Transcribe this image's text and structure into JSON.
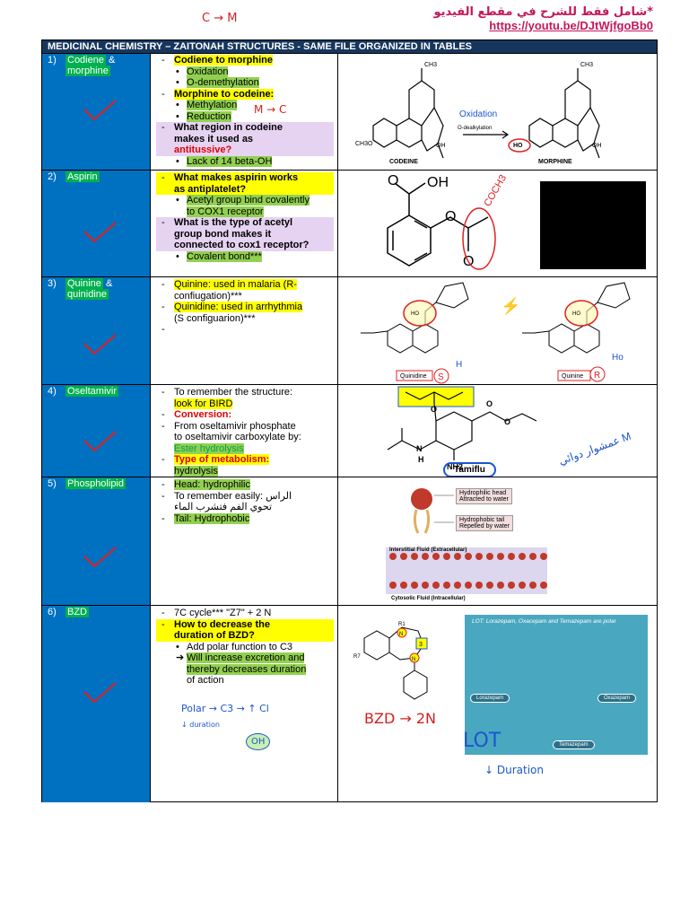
{
  "header_note": {
    "arabic": "*شامل فقط للشرح في مقطع الفيديو",
    "url": "https://youtu.be/DJtWjfgoBb0"
  },
  "title": "MEDICINAL CHEMISTRY – ZAITONAH STRUCTURES - SAME FILE ORGANIZED IN TABLES",
  "rows": [
    {
      "num": "1)",
      "name": "Codiene",
      "amp": " &",
      "name2": "morphine",
      "lines": [
        {
          "mark": "-",
          "text": "Codiene to morphine"
        },
        {
          "mark": "•",
          "text": "Oxidation",
          "indent": true
        },
        {
          "mark": "•",
          "text": "O-demethylation",
          "indent": true
        },
        {
          "mark": "-",
          "text": "Morphine to codeine:"
        },
        {
          "mark": "•",
          "text": "Methylation",
          "indent": true
        },
        {
          "mark": "•",
          "text": "Reduction",
          "indent": true
        },
        {
          "mark": "-",
          "text": "What region in codeine"
        },
        {
          "mark": "",
          "text": "makes it used as"
        },
        {
          "mark": "",
          "text": "antitussive?"
        },
        {
          "mark": "•",
          "text": "Lack of 14 beta-OH",
          "indent": true
        }
      ],
      "labels": {
        "ch3": "CH3",
        "ch3o": "CH3O",
        "ho": "HO",
        "oh": "OH",
        "oh2": "OH",
        "codeine": "CODEINE",
        "morphine": "MORPHINE",
        "o_dealk": "O-dealkylation"
      }
    },
    {
      "num": "2)",
      "name": "Aspirin",
      "lines": [
        {
          "mark": "-",
          "text": "What makes aspirin works"
        },
        {
          "mark": "",
          "text": "as antiplatelet?"
        },
        {
          "mark": "•",
          "text": "Acetyl group bind covalently",
          "indent": true
        },
        {
          "mark": "",
          "text": "to COX1 receptor",
          "indent": true
        },
        {
          "mark": "-",
          "text": "What is the type of acetyl"
        },
        {
          "mark": "",
          "text": "group bond makes it"
        },
        {
          "mark": "",
          "text": "connected to cox1 receptor?"
        },
        {
          "mark": "•",
          "text": "Covalent bond***",
          "indent": true
        }
      ],
      "labels": {
        "oh": "OH",
        "o1": "O",
        "o2": "O",
        "o3": "O"
      }
    },
    {
      "num": "3)",
      "name": "Quinine",
      "amp": " &",
      "name2": "quinidine",
      "lines": [
        {
          "mark": "-",
          "text": "Quinine: used in malaria (R-"
        },
        {
          "mark": "",
          "text": "confiugation)***"
        },
        {
          "mark": "-",
          "text": "Quinidine: used in arrhythmia"
        },
        {
          "mark": "",
          "text": "(S configuarion)***"
        },
        {
          "mark": "-",
          "text": ""
        }
      ],
      "labels": {
        "quinidine": "Quinidine",
        "quinine": "Quinine",
        "ho1": "HO",
        "ho2": "HO"
      }
    },
    {
      "num": "4)",
      "name": "Oseltamivir",
      "lines": [
        {
          "mark": "-",
          "text": "To remember the structure:"
        },
        {
          "mark": "",
          "text": "look for BIRD"
        },
        {
          "mark": "-",
          "text": "Conversion:"
        },
        {
          "mark": "-",
          "text": "From oseltamivir phosphate"
        },
        {
          "mark": "",
          "text": "to oseltamivir carboxylate by:"
        },
        {
          "mark": "",
          "text": "Ester hydrolysis"
        },
        {
          "mark": "-",
          "text": "Type of metabolism:"
        },
        {
          "mark": "",
          "text": "hydrolysis"
        }
      ],
      "labels": {
        "tamiflu": "Tamiflu",
        "nh2": "NH2",
        "n": "N",
        "h": "H",
        "o": "O",
        "o2": "O",
        "o3": "O"
      }
    },
    {
      "num": "5)",
      "name": "Phospholipid",
      "lines": [
        {
          "mark": "-",
          "text": "Head: hydrophilic"
        },
        {
          "mark": "-",
          "text": "To remember easily: الراس"
        },
        {
          "mark": "",
          "text": "تحوي الفم فتشرب الماء"
        },
        {
          "mark": "-",
          "text": "Tail: Hydrophobic"
        }
      ],
      "labels": {
        "head": "Hydrophilic head",
        "head2": "Attracted to water",
        "tail": "Hydrophobic tail",
        "tail2": "Repelled by water",
        "interstitial": "Interstitial Fluid (Extracellular)",
        "cytosolic": "Cytosolic Fluid (Intracellular)"
      }
    },
    {
      "num": "6)",
      "name": "BZD",
      "lines": [
        {
          "mark": "-",
          "text": "7C cycle*** \"Z7\" + 2 N"
        },
        {
          "mark": "-",
          "text": "How to decrease the"
        },
        {
          "mark": "",
          "text": "duration of BZD?"
        },
        {
          "mark": "•",
          "text": "Add polar function to C3",
          "indent": true
        },
        {
          "mark": "➔",
          "text": "Will increase excretion and",
          "indent": true
        },
        {
          "mark": "",
          "text": "thereby decreases duration",
          "indent": true
        },
        {
          "mark": "",
          "text": "of action",
          "indent": true
        }
      ],
      "labels": {
        "lot_title": "LOT: Lorazepam, Oxacepam and Temazepam are polar",
        "lorazepam": "Lorazepam",
        "oxazepam": "Oxazepam",
        "temazepam": "Temazepam",
        "r1": "R1",
        "r7": "R7",
        "n1": "N",
        "n4": "N",
        "c3": "3"
      }
    }
  ],
  "handwriting": {
    "c_to_m": "C → M",
    "oxidation": "Oxidation",
    "m_to_c": "M → C",
    "coch3": "COCH3",
    "h": "H",
    "s": "S",
    "r": "R",
    "ho": "Ho",
    "bzd_2n": "BZD → 2N",
    "lot": "LOT",
    "duration": "↓ Duration",
    "polar": "Polar → C3 → ↑ Cl",
    "down_duration": "↓ duration",
    "oh": "OH",
    "m_arabic": "عمشوار دوائي M"
  }
}
